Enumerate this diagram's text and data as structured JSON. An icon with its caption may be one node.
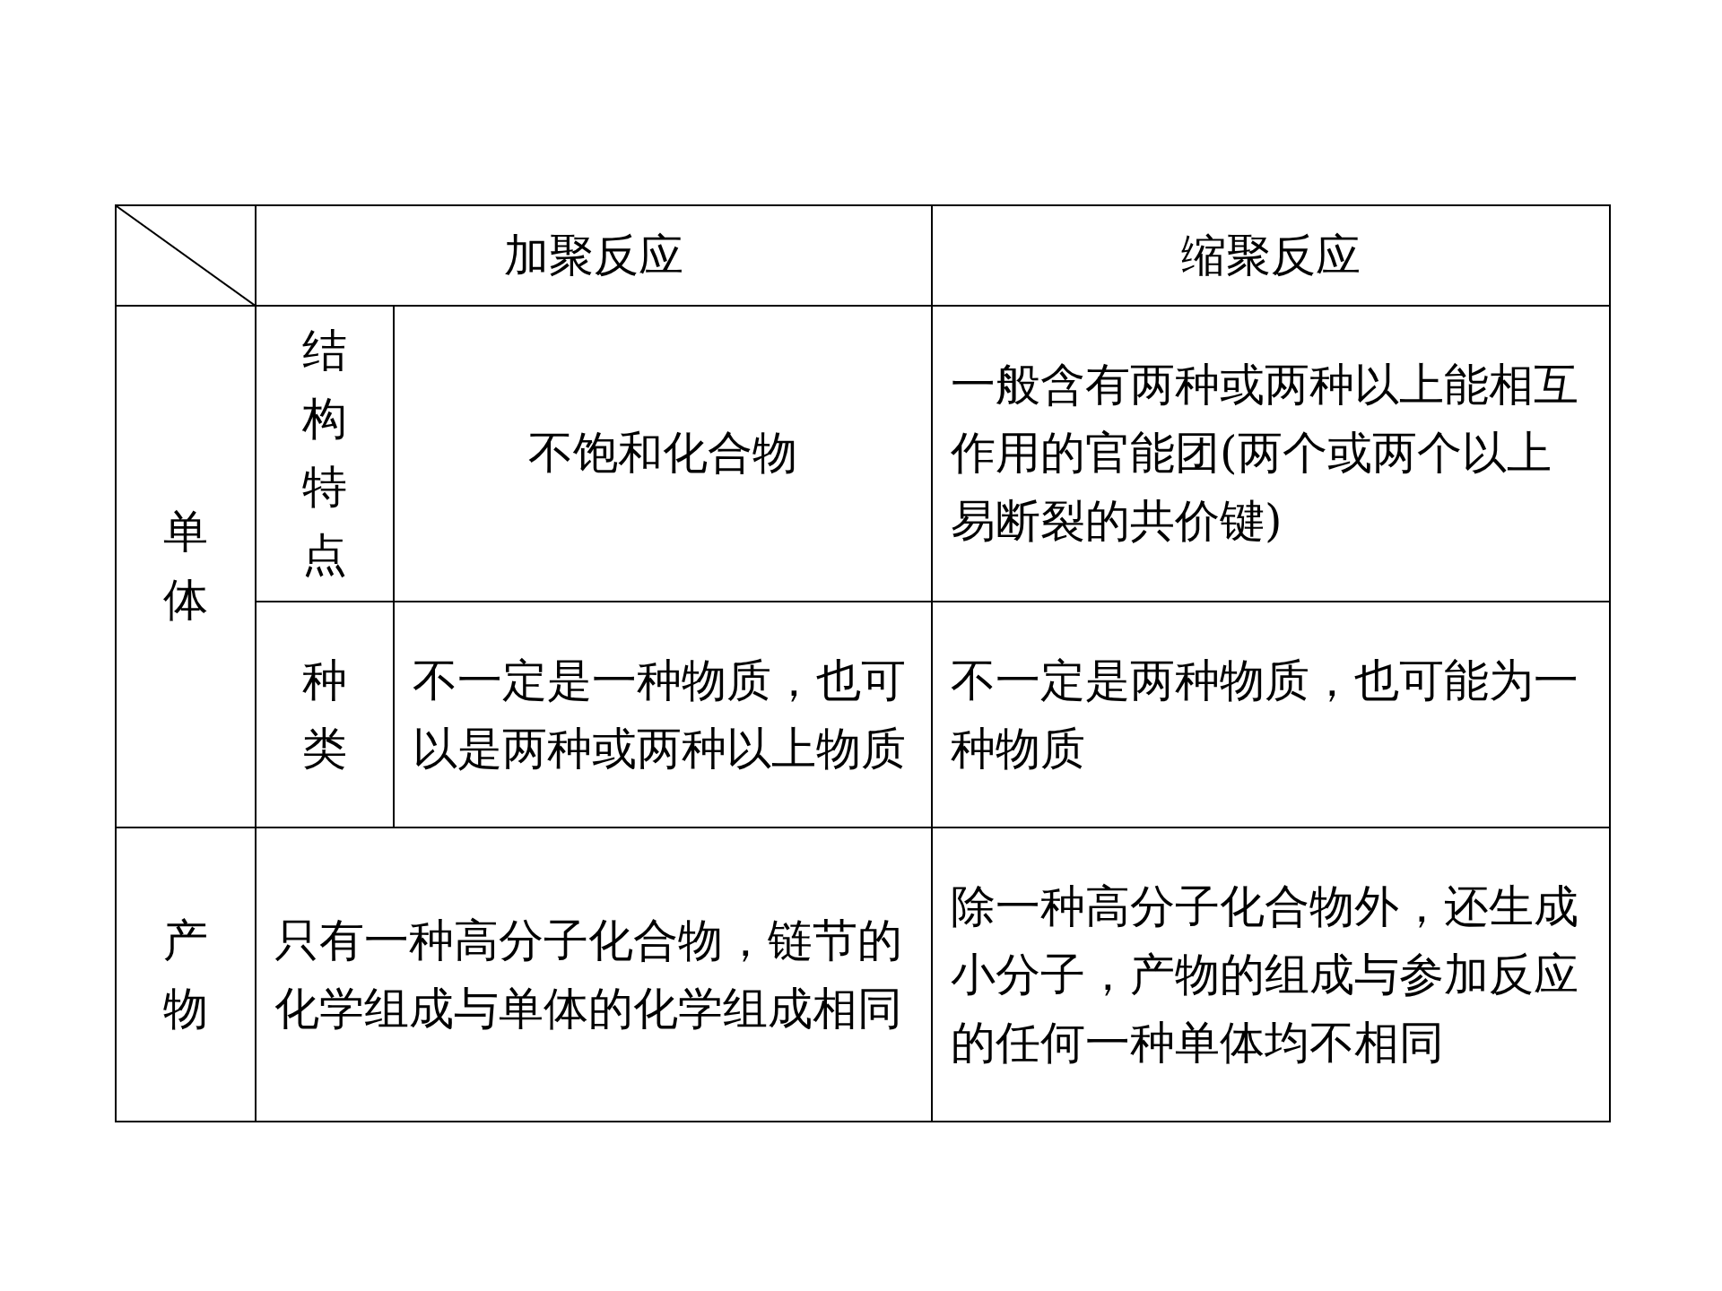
{
  "diagram": {
    "labels": [
      "加聚反应",
      "缩聚反应",
      "单体",
      "结构特点",
      "不饱和化合物",
      "一般含有两种或两种以上能相互作用的官能团(两个或两个以上易断裂的共价键)",
      "种类",
      "不一定是一种物质，也可以是两种或两种以上物质",
      "不一定是两种物质，也可能为一种物质",
      "产物",
      "只有一种高分子化合物，链节的化学组成与单体的化学组成相同",
      "除一种高分子化合物外，还生成小分子，产物的组成与参加反应的任何一种单体均不相同"
    ]
  }
}
